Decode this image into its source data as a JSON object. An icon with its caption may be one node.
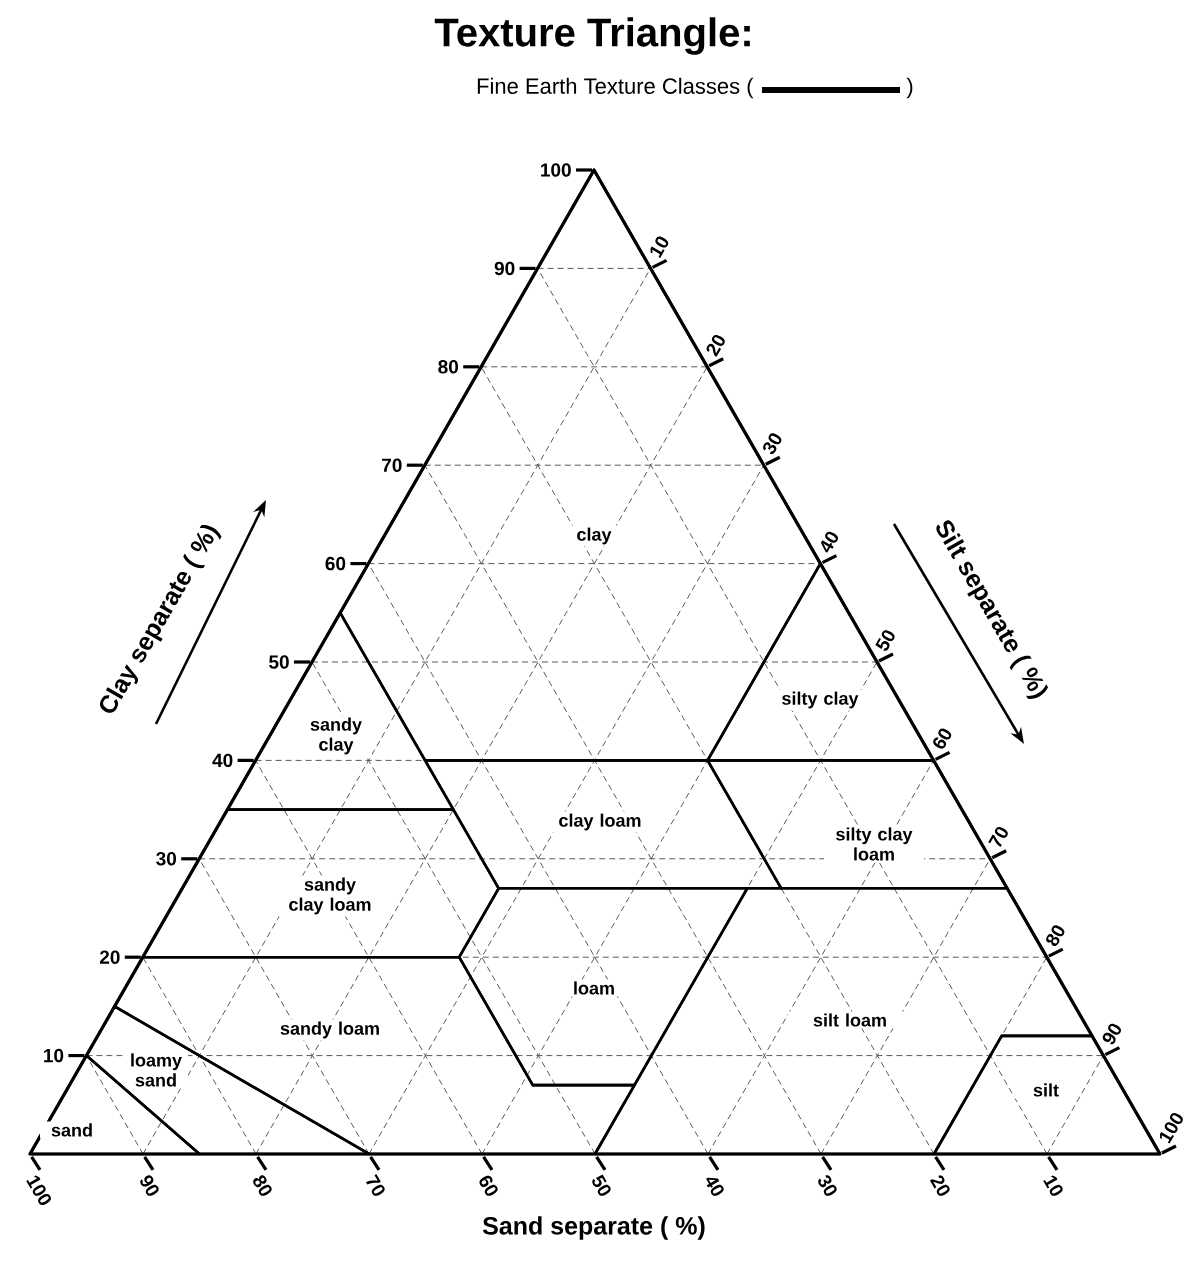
{
  "diagram": {
    "title": "Texture Triangle:",
    "nodes": [
      {
        "text": [
          "clay"
        ]
      },
      {
        "text": [
          "sandy clay"
        ]
      },
      {
        "text": [
          "silty clay"
        ]
      },
      {
        "text": [
          "clay loam"
        ]
      },
      {
        "text": [
          "silty clay loam"
        ]
      },
      {
        "text": [
          "sandy clay loam"
        ]
      },
      {
        "text": [
          "loam"
        ]
      },
      {
        "text": [
          "silt loam"
        ]
      },
      {
        "text": [
          "sandy loam"
        ]
      },
      {
        "text": [
          "silt"
        ]
      },
      {
        "text": [
          "loamy sand"
        ]
      },
      {
        "text": [
          "sand"
        ]
      }
    ],
    "labels": [
      "100",
      "90",
      "80",
      "70",
      "60",
      "50",
      "40",
      "30",
      "20",
      "10",
      "10",
      "20",
      "30",
      "40",
      "50",
      "60",
      "70",
      "80",
      "90",
      "100",
      "100",
      "90",
      "80",
      "70",
      "60",
      "50",
      "40",
      "30",
      "20",
      "10",
      "Clay separate ( %)",
      "Silt separate ( %)",
      "Sand separate ( %)",
      ")"
    ],
    "legend": [
      {
        "text": "Fine Earth Texture Classes ("
      }
    ]
  }
}
